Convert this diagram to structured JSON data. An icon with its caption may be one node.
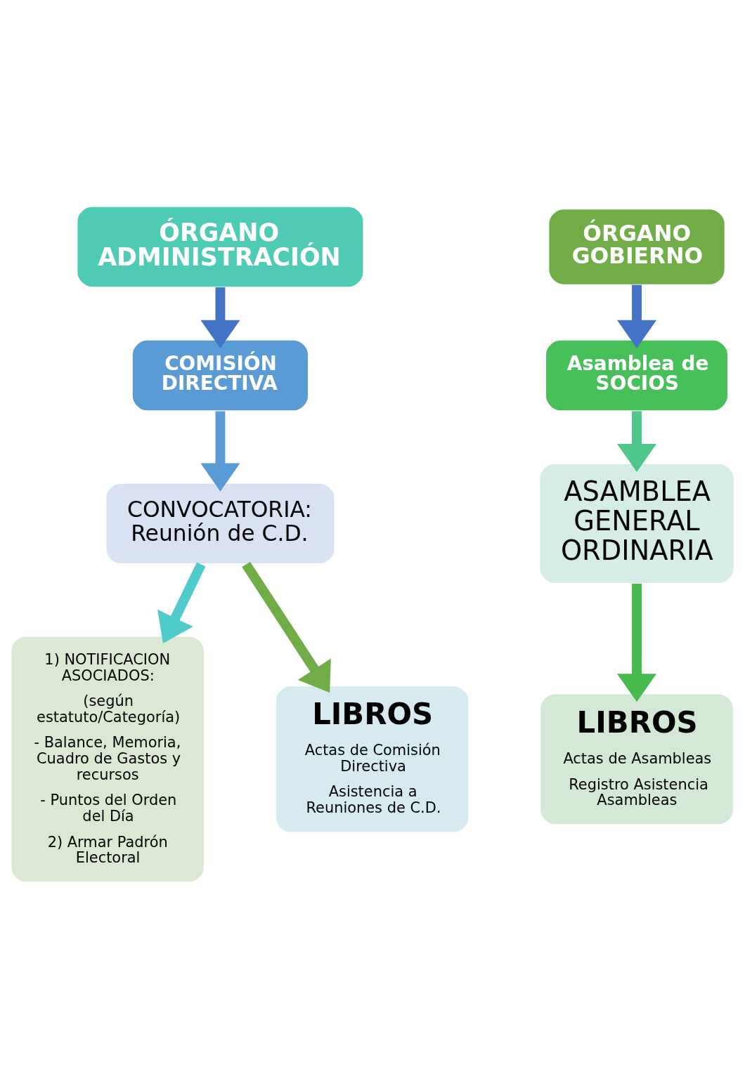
{
  "diagram": {
    "nodes": [
      {
        "text": [
          "ÓRGANO ADMINISTRACIÓN"
        ]
      },
      {
        "text": [
          "ÓRGANO GOBIERNO"
        ]
      },
      {
        "text": [
          "COMISIÓN DIRECTIVA"
        ]
      },
      {
        "text": [
          "Asamblea de SOCIOS"
        ]
      },
      {
        "text": [
          "CONVOCATORIA: Reunión de C.D."
        ]
      },
      {
        "text": [
          "1) NOTIFICACION ASOCIADOS:",
          "(según estatuto/Categoría)",
          "- Balance, Memoria, Cuadro de Gastos y recursos",
          "- Puntos del Orden del Día",
          "2) Armar Padrón Electoral"
        ]
      },
      {
        "text": [
          "ASAMBLEA GENERAL ORDINARIA"
        ]
      },
      {
        "text": [
          "LIBROS",
          "Actas de Comisión Directiva",
          "Asistencia a Reuniones de C.D."
        ]
      },
      {
        "text": [
          "LIBROS",
          "Actas de Asambleas",
          "Registro Asistencia Asambleas"
        ]
      }
    ],
    "edges": [
      {
        "from": 0,
        "to": 2,
        "arrow": "to",
        "color": "#4472c4"
      },
      {
        "from": 1,
        "to": 3,
        "arrow": "to",
        "color": "#4472c4"
      },
      {
        "from": 2,
        "to": 4,
        "arrow": "to",
        "color": "#5b9bd5"
      },
      {
        "from": 4,
        "to": 5,
        "arrow": "to",
        "color": "#4fcbcc"
      },
      {
        "from": 4,
        "to": 7,
        "arrow": "to",
        "color": "#70ad47"
      },
      {
        "from": 3,
        "to": 6,
        "arrow": "to",
        "color": "#4ec78a"
      },
      {
        "from": 6,
        "to": 8,
        "arrow": "to",
        "color": "#47bb4d"
      }
    ]
  }
}
